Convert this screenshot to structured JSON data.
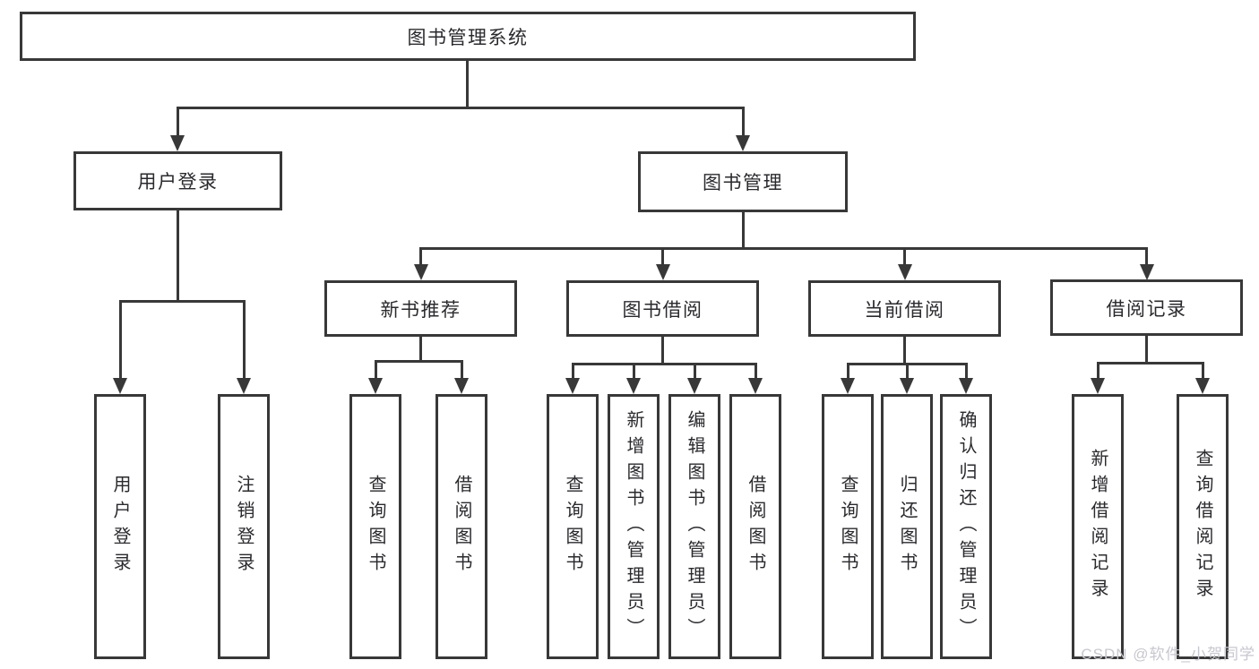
{
  "diagram": {
    "title": "图书管理系统",
    "watermark": "CSDN @软件_小贺同学",
    "colors": {
      "line": "#383838",
      "text": "#2a2a2e",
      "background": "#ffffff",
      "watermark": "#c7c7cf"
    },
    "nodes": [
      {
        "id": "root",
        "level": 1,
        "label": "图书管理系统"
      },
      {
        "id": "user-login",
        "level": 2,
        "label": "用户登录"
      },
      {
        "id": "book-management",
        "level": 2,
        "label": "图书管理"
      },
      {
        "id": "new-book-recommend",
        "level": 3,
        "label": "新书推荐"
      },
      {
        "id": "book-borrow",
        "level": 3,
        "label": "图书借阅"
      },
      {
        "id": "current-borrow",
        "level": 3,
        "label": "当前借阅"
      },
      {
        "id": "borrow-records",
        "level": 3,
        "label": "借阅记录"
      },
      {
        "id": "user-login-feature",
        "level": 4,
        "label": "用户登录"
      },
      {
        "id": "logout-feature",
        "level": 4,
        "label": "注销登录"
      },
      {
        "id": "query-books-1",
        "level": 4,
        "label": "查询图书"
      },
      {
        "id": "borrow-books-1",
        "level": 4,
        "label": "借阅图书"
      },
      {
        "id": "query-books-2",
        "level": 4,
        "label": "查询图书"
      },
      {
        "id": "add-books-admin",
        "level": 4,
        "label": "新增图书（管理员）"
      },
      {
        "id": "edit-books-admin",
        "level": 4,
        "label": "编辑图书（管理员）"
      },
      {
        "id": "borrow-books-2",
        "level": 4,
        "label": "借阅图书"
      },
      {
        "id": "query-books-3",
        "level": 4,
        "label": "查询图书"
      },
      {
        "id": "return-books",
        "level": 4,
        "label": "归还图书"
      },
      {
        "id": "confirm-return-admin",
        "level": 4,
        "label": "确认归还（管理员）"
      },
      {
        "id": "add-borrow-record",
        "level": 4,
        "label": "新增借阅记录"
      },
      {
        "id": "query-borrow-record",
        "level": 4,
        "label": "查询借阅记录"
      }
    ]
  }
}
